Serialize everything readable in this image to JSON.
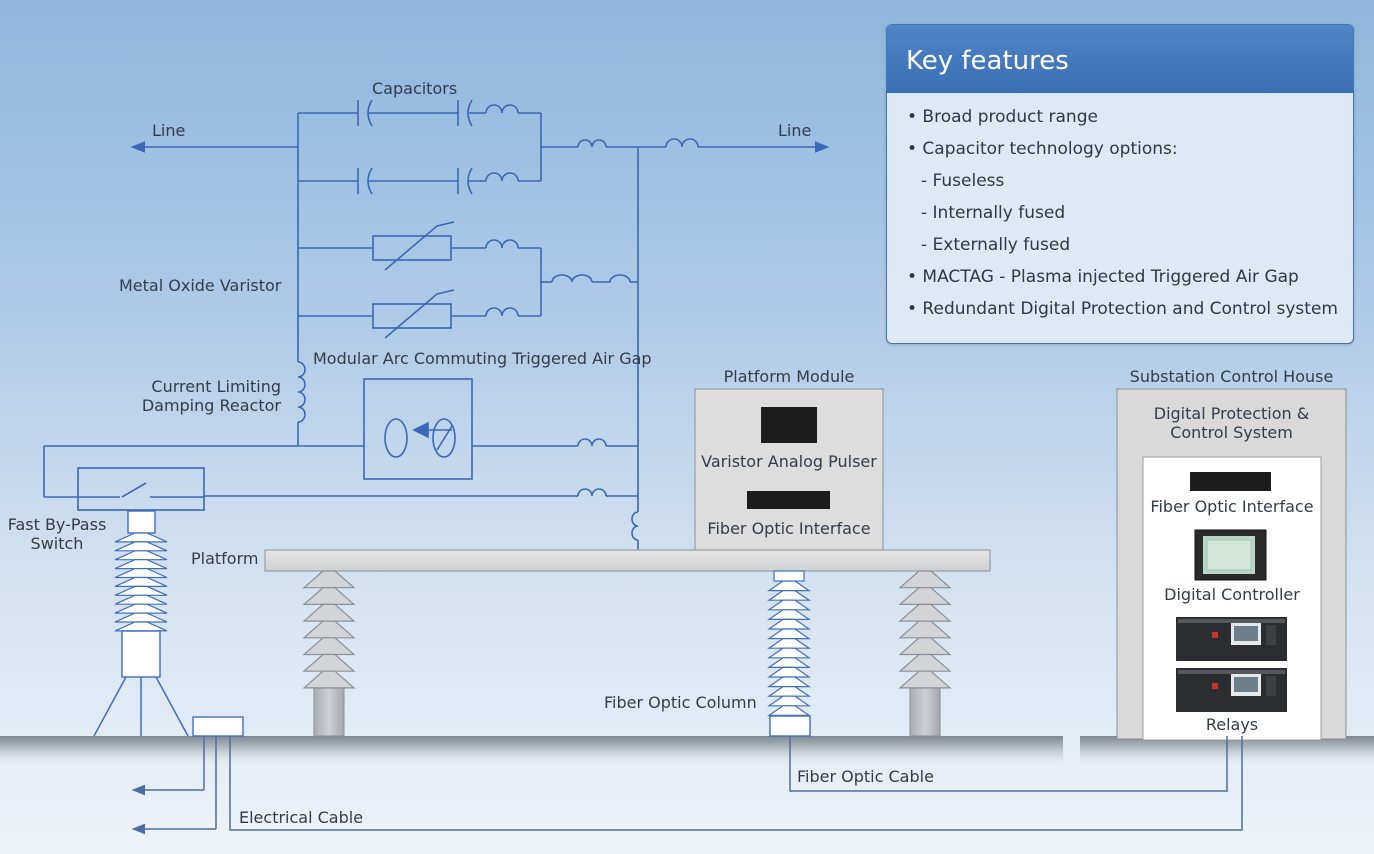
{
  "labels": {
    "line_left": "Line",
    "line_right": "Line",
    "capacitors": "Capacitors",
    "mov": "Metal Oxide Varistor",
    "mactag": "Modular Arc Commuting Triggered Air Gap",
    "reactor_1": "Current Limiting",
    "reactor_2": "Damping Reactor",
    "bypass_1": "Fast By-Pass",
    "bypass_2": "Switch",
    "platform": "Platform",
    "platform_module": "Platform Module",
    "varistor_pulser": "Varistor Analog Pulser",
    "fo_interface_platform": "Fiber Optic Interface",
    "fo_column": "Fiber Optic Column",
    "fo_cable": "Fiber Optic Cable",
    "electrical_cable": "Electrical Cable",
    "control_house": "Substation Control House",
    "dpc_1": "Digital Protection &",
    "dpc_2": "Control System",
    "fo_interface_house": "Fiber Optic Interface",
    "digital_controller": "Digital Controller",
    "relays": "Relays"
  },
  "key_features": {
    "title": "Key features",
    "items": [
      "• Broad product range",
      "• Capacitor technology options:",
      "- Fuseless",
      "- Internally fused",
      "- Externally fused",
      "• MACTAG - Plasma injected Triggered Air Gap",
      "• Redundant Digital Protection and Control system"
    ]
  },
  "colors": {
    "wire": "#3a68b8",
    "insulator_blue": "#3f6fc0",
    "insulator_gray": "#c9ccd1",
    "platform": "#dcdcdc",
    "ground": "#8a939c",
    "panel_header": "#3f74b5"
  }
}
